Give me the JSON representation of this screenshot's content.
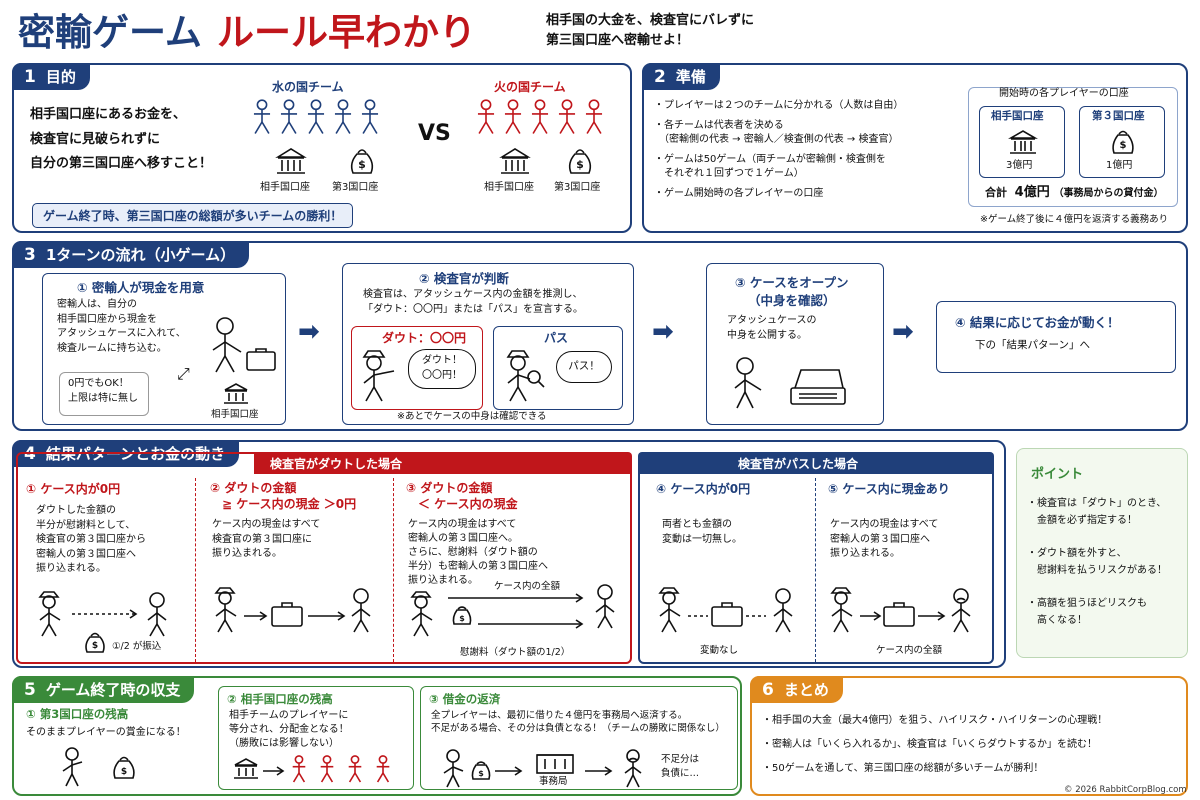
{
  "header": {
    "title_main": "密輸ゲーム",
    "title_sub": "ルール早わかり",
    "tagline": "相手国の大金を、検査官にバレずに\n第三国口座へ密輸せよ！"
  },
  "colors": {
    "navy": "#1f3f7a",
    "red": "#c0161b",
    "green": "#3a8a3a",
    "orange": "#e08a1e"
  },
  "s1": {
    "num": "1",
    "title": "目的",
    "text": "相手国口座にあるお金を、\n検査官に見破られずに\n自分の第三国口座へ移すこと！",
    "team_water": "水の国チーム",
    "team_fire": "火の国チーム",
    "vs": "VS",
    "bank_label": "相手国口座",
    "bag_label": "第3国口座",
    "win": "ゲーム終了時、第三国口座の総額が多いチームの勝利！"
  },
  "s2": {
    "num": "2",
    "title": "準備",
    "bullets": [
      "・プレイヤーは２つのチームに分かれる（人数は自由）",
      "・各チームは代表者を決める\n　（密輸側の代表 → 密輸人／検査側の代表 → 検査官）",
      "・ゲームは50ゲーム（両チームが密輸側・検査側を\n　それぞれ１回ずつで１ゲーム）",
      "・ゲーム開始時の各プレイヤーの口座"
    ],
    "acct_title": "開始時の各プレイヤーの口座",
    "acct1_name": "相手国口座",
    "acct1_amount": "3億円",
    "acct2_name": "第３国口座",
    "acct2_amount": "1億円",
    "total_label": "合計",
    "total_amount": "4億円",
    "total_note": "（事務局からの貸付金）",
    "footnote": "※ゲーム終了後に４億円を返済する義務あり"
  },
  "s3": {
    "num": "3",
    "title": "1ターンの流れ（小ゲーム）",
    "step1_title": "① 密輸人が現金を用意",
    "step1_text": "密輸人は、自分の\n相手国口座から現金を\nアタッシュケースに入れて、\n検査ルームに持ち込む。",
    "step1_note": "0円でもOK！\n上限は特に無し",
    "step1_bank": "相手国口座",
    "step2_title": "② 検査官が判断",
    "step2_text": "検査官は、アタッシュケース内の金額を推測し、\n「ダウト：〇〇円」または「パス」を宣言する。",
    "doubt_label": "ダウト：〇〇円",
    "doubt_bubble": "ダウト！\n〇〇円！",
    "pass_label": "パス",
    "pass_bubble": "パス！",
    "step2_note": "※あとでケースの中身は確認できる",
    "step3_title": "③ ケースをオープン\n（中身を確認）",
    "step3_text": "アタッシュケースの\n中身を公開する。",
    "step4_title": "④ 結果に応じてお金が動く！",
    "step4_text": "下の「結果パターン」へ"
  },
  "s4": {
    "num": "4",
    "title": "結果パターンとお金の動き",
    "doubt_header": "検査官がダウトした場合",
    "pass_header": "検査官がパスした場合",
    "c1_title": "① ケース内が0円",
    "c1_text": "ダウトした金額の\n半分が慰謝料として、\n検査官の第３国口座から\n密輸人の第３国口座へ\n振り込まれる。",
    "c1_caption": "①/2 が振込",
    "c2_title": "② ダウトの金額\n　≧ ケース内の現金 ＞0円",
    "c2_text": "ケース内の現金はすべて\n検査官の第３国口座に\n振り込まれる。",
    "c3_title": "③ ダウトの金額\n　＜ ケース内の現金",
    "c3_text": "ケース内の現金はすべて\n密輸人の第３国口座へ。\nさらに、慰謝料（ダウト額の\n半分）も密輸人の第３国口座へ\n振り込まれる。",
    "c3_arrow1": "ケース内の全額",
    "c3_caption": "慰謝料（ダウト額の1/2）",
    "c4_title": "④ ケース内が0円",
    "c4_text": "両者とも金額の\n変動は一切無し。",
    "c4_caption": "変動なし",
    "c5_title": "⑤ ケース内に現金あり",
    "c5_text": "ケース内の現金はすべて\n密輸人の第３国口座へ\n振り込まれる。",
    "c5_caption": "ケース内の全額"
  },
  "point": {
    "title": "ポイント",
    "items": [
      "・検査官は「ダウト」のとき、\n　金額を必ず指定する！",
      "・ダウト額を外すと、\n　慰謝料を払うリスクがある！",
      "・高額を狙うほどリスクも\n　高くなる！"
    ]
  },
  "s5": {
    "num": "5",
    "title": "ゲーム終了時の収支",
    "p1_title": "① 第3国口座の残高",
    "p1_text": "そのままプレイヤーの賞金になる！",
    "p2_title": "② 相手国口座の残高",
    "p2_text": "相手チームのプレイヤーに\n等分され、分配金となる！\n（勝敗には影響しない）",
    "p3_title": "③ 借金の返済",
    "p3_text": "全プレイヤーは、最初に借りた４億円を事務局へ返済する。\n不足がある場合、その分は負債となる！（チームの勝敗に関係なし）",
    "office_label": "事務局",
    "shortfall": "不足分は\n負債に…"
  },
  "s6": {
    "num": "6",
    "title": "まとめ",
    "items": [
      "・相手国の大金（最大4億円）を狙う、ハイリスク・ハイリターンの心理戦！",
      "・密輸人は「いくら入れるか」、検査官は「いくらダウトするか」を読む！",
      "・50ゲームを通して、第三国口座の総額が多いチームが勝利！"
    ]
  },
  "footer": {
    "copyright": "© 2026 RabbitCorpBlog.com"
  },
  "icons": [
    "person-icon",
    "bank-icon",
    "money-bag-icon",
    "briefcase-icon",
    "magnifier-icon",
    "arrow-right-icon",
    "office-icon"
  ]
}
